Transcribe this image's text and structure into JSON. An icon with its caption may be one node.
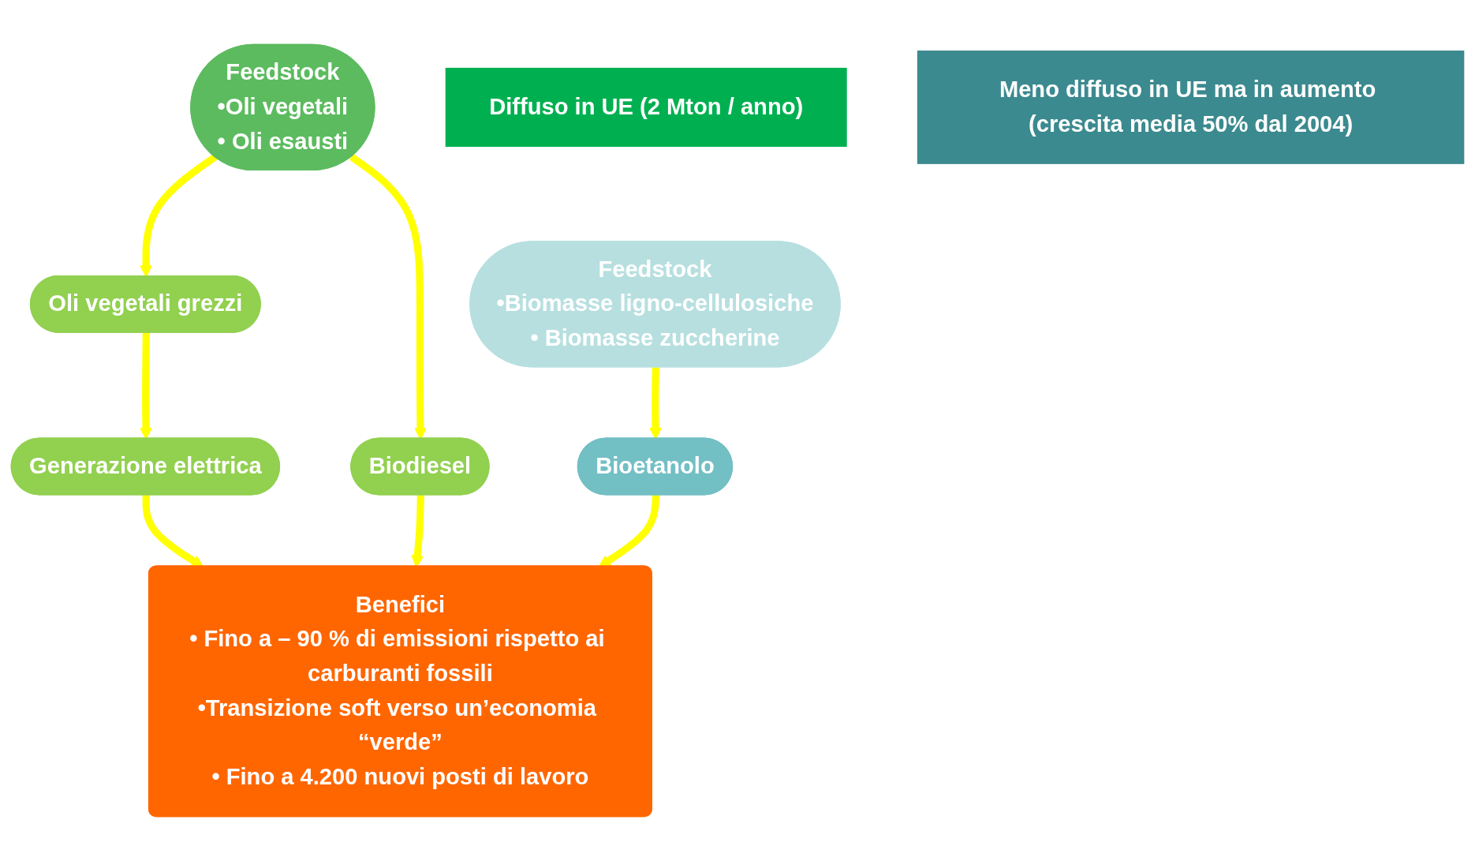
{
  "diagram": {
    "nodes": [
      {
        "text": [
          "Feedstock",
          "•Oli vegetali",
          "• Oli esausti"
        ]
      },
      {
        "text": [
          "Oli vegetali grezzi"
        ]
      },
      {
        "text": [
          "Feedstock",
          "•Biomasse ligno-cellulosiche",
          "• Biomasse zuccherine"
        ]
      },
      {
        "text": [
          "Generazione elettrica"
        ]
      },
      {
        "text": [
          "Biodiesel"
        ]
      },
      {
        "text": [
          "Bioetanolo"
        ]
      },
      {
        "text": [
          "Diffuso in UE (2 Mton / anno)"
        ]
      },
      {
        "text": [
          "Benefici",
          "• Fino a – 90 % di emissioni rispetto ai carburanti fossili",
          "•Transizione soft verso un’economia “verde”",
          "• Fino a 4.200 nuovi posti di lavoro"
        ]
      },
      {
        "text": [
          "Meno diffuso in UE ma in aumento (crescita media 50% dal 2004)"
        ]
      }
    ],
    "edges": [
      {
        "from": 0,
        "to": 1,
        "arrow": "to"
      },
      {
        "from": 0,
        "to": 4,
        "arrow": "to"
      },
      {
        "from": 1,
        "to": 3,
        "arrow": "to"
      },
      {
        "from": 2,
        "to": 5,
        "arrow": "to"
      },
      {
        "from": 3,
        "to": 7,
        "arrow": "to"
      },
      {
        "from": 4,
        "to": 7,
        "arrow": "to"
      },
      {
        "from": 5,
        "to": 7,
        "arrow": "to"
      }
    ]
  }
}
